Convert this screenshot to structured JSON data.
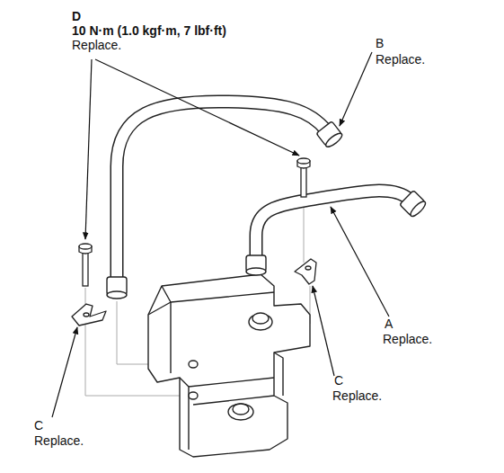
{
  "diagram": {
    "labels": [
      "D",
      "10 N·m (1.0 kgf·m, 7 lbf·ft)",
      "Replace.",
      "B",
      "Replace.",
      "A",
      "Replace.",
      "C",
      "Replace.",
      "C",
      "Replace."
    ]
  }
}
